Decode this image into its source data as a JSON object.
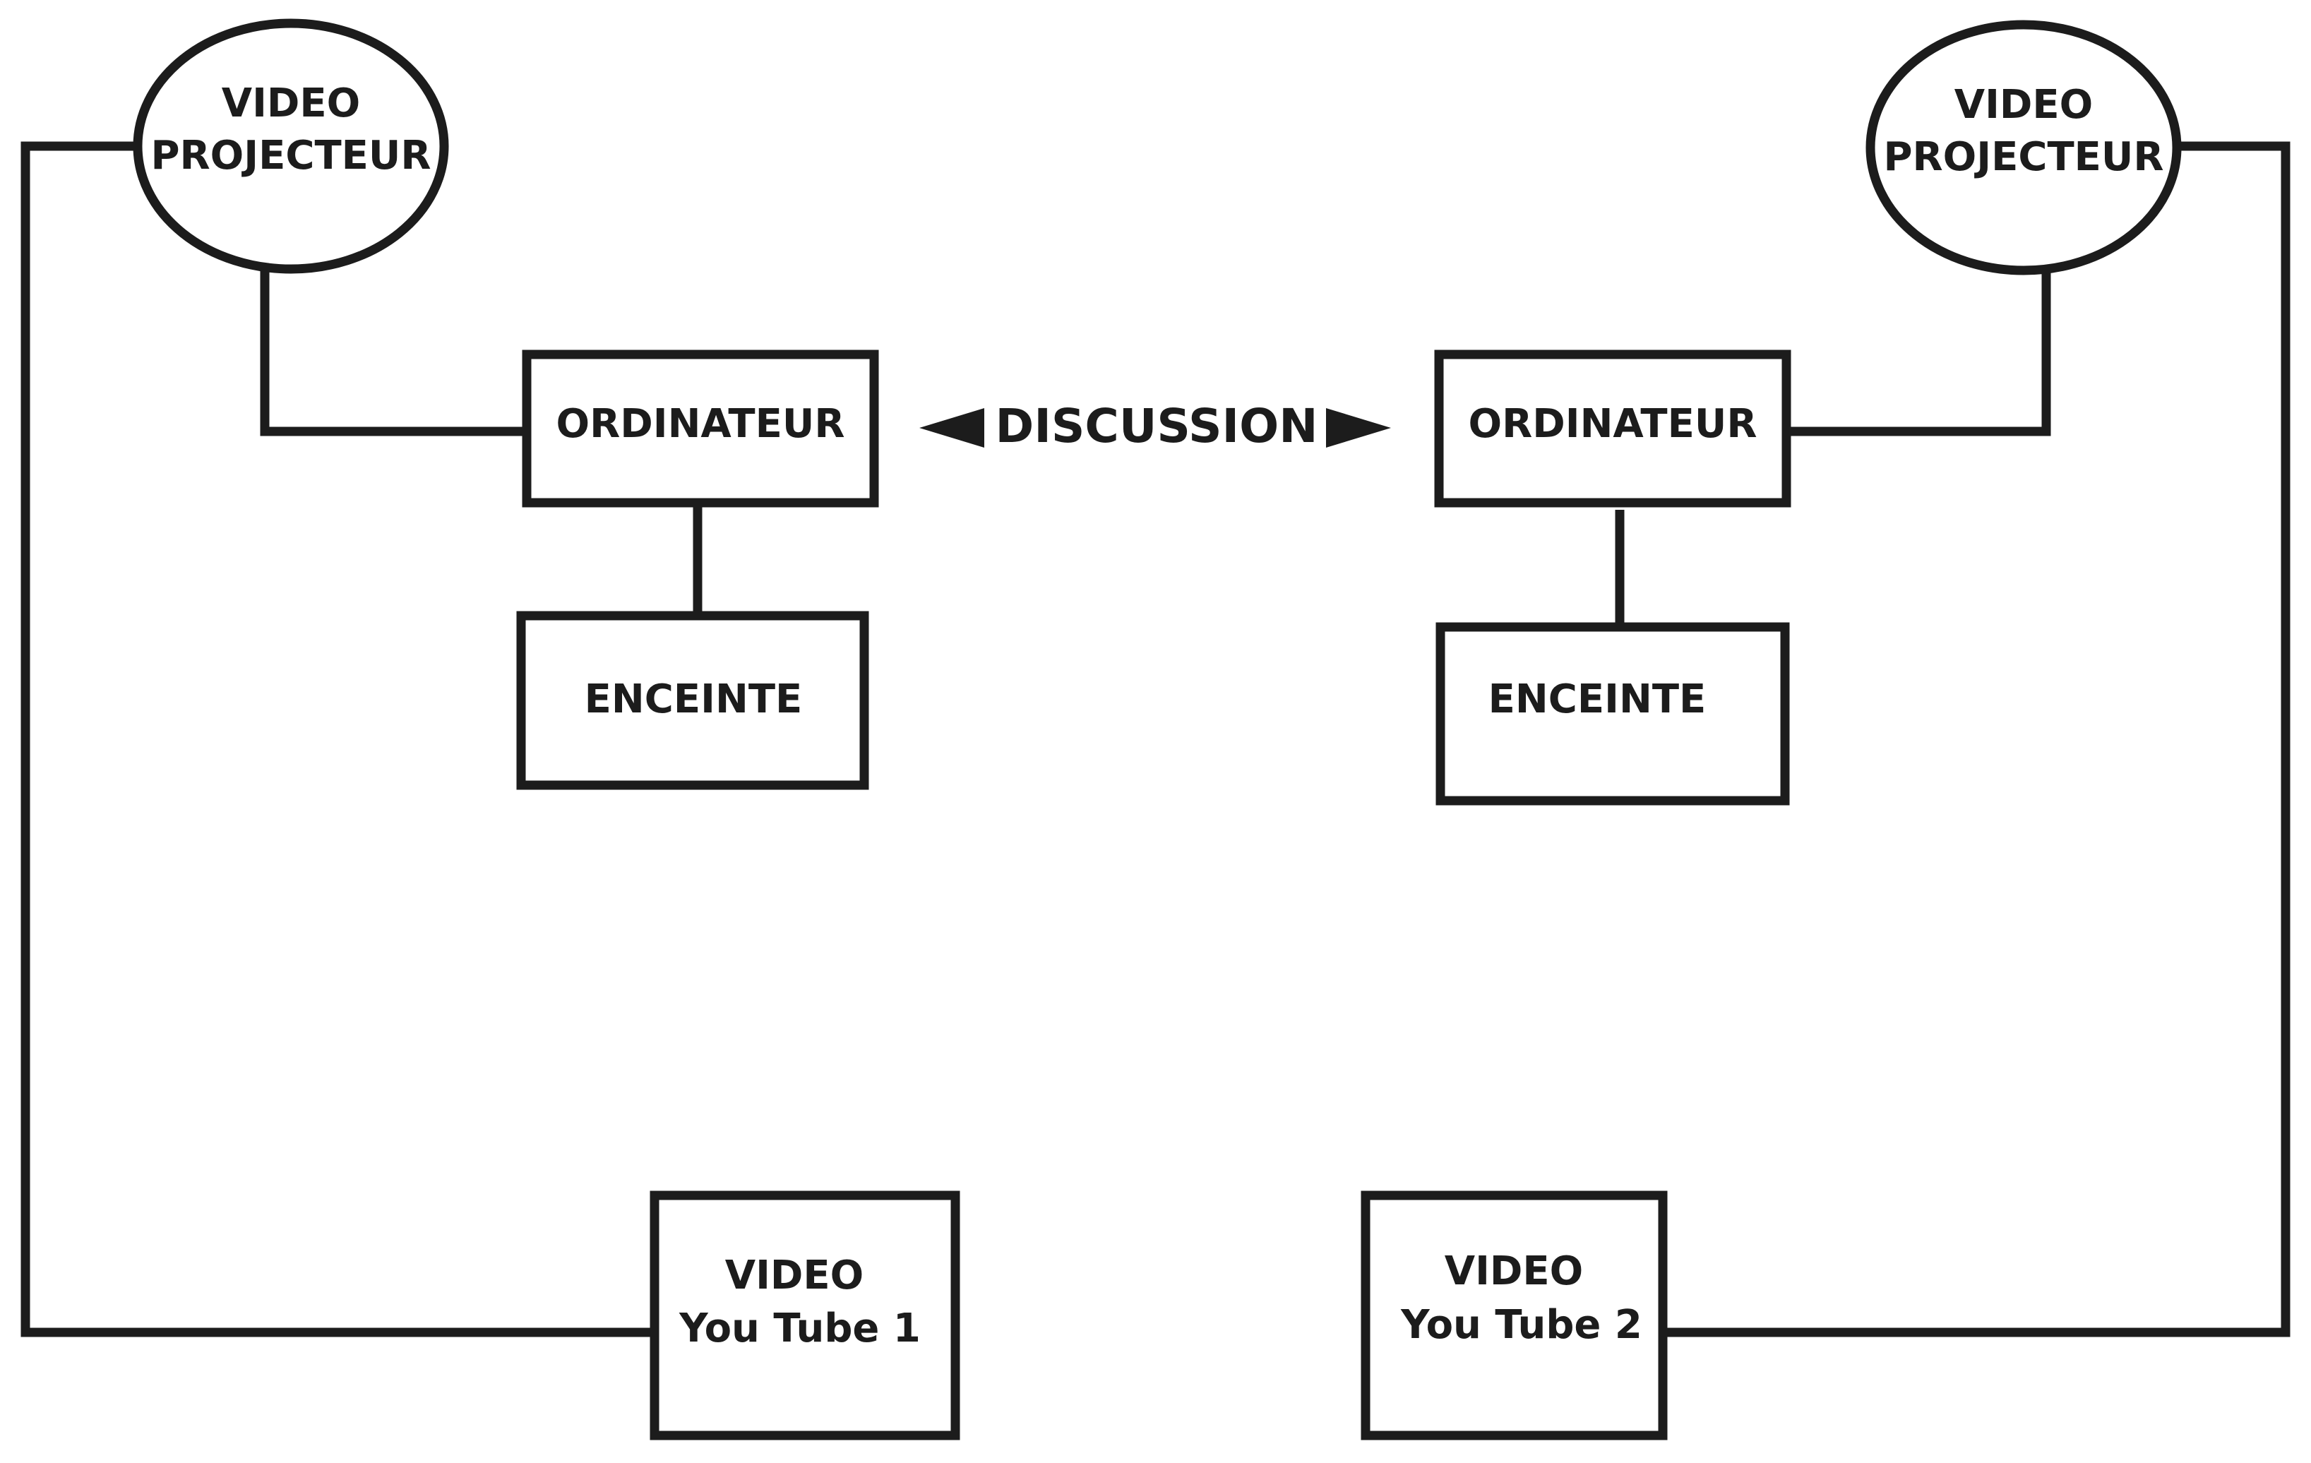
{
  "nodes": {
    "projector_left": {
      "line1": "VIDEO",
      "line2": "PROJECTEUR"
    },
    "projector_right": {
      "line1": "VIDEO",
      "line2": "PROJECTEUR"
    },
    "computer_left": {
      "label": "ORDINATEUR"
    },
    "computer_right": {
      "label": "ORDINATEUR"
    },
    "speaker_left": {
      "label": "ENCEINTE"
    },
    "speaker_right": {
      "label": "ENCEINTE"
    },
    "youtube_left": {
      "line1": "VIDEO",
      "line2": "You Tube 1"
    },
    "youtube_right": {
      "line1": "VIDEO",
      "line2": "You Tube 2"
    }
  },
  "discussion": {
    "label": "DISCUSSION"
  },
  "colors": {
    "stroke": "#1c1c1c",
    "background": "#ffffff"
  }
}
